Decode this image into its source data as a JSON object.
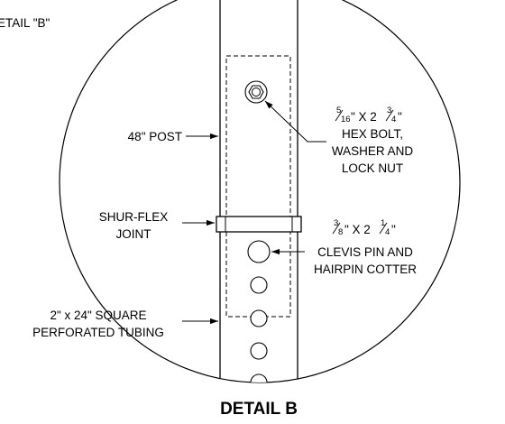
{
  "detail_ref": "ETAIL \"B\"",
  "title": "DETAIL B",
  "labels": {
    "post": "48\" POST",
    "joint_line1": "SHUR-FLEX",
    "joint_line2": "JOINT",
    "tubing_line1": "2\" x 24\" SQUARE",
    "tubing_line2": "PERFORATED TUBING",
    "bolt": {
      "size_num": "5",
      "size_den": "16",
      "size_mid": "\" X 2",
      "len_num": "3",
      "len_den": "4",
      "size_end": "\"",
      "line2": "HEX BOLT,",
      "line3": "WASHER AND",
      "line4": "LOCK NUT"
    },
    "pin": {
      "size_num": "3",
      "size_den": "8",
      "size_mid": "\" X 2",
      "len_num": "1",
      "len_den": "4",
      "size_end": "\"",
      "line2": "CLEVIS PIN AND",
      "line3": "HAIRPIN COTTER"
    }
  }
}
